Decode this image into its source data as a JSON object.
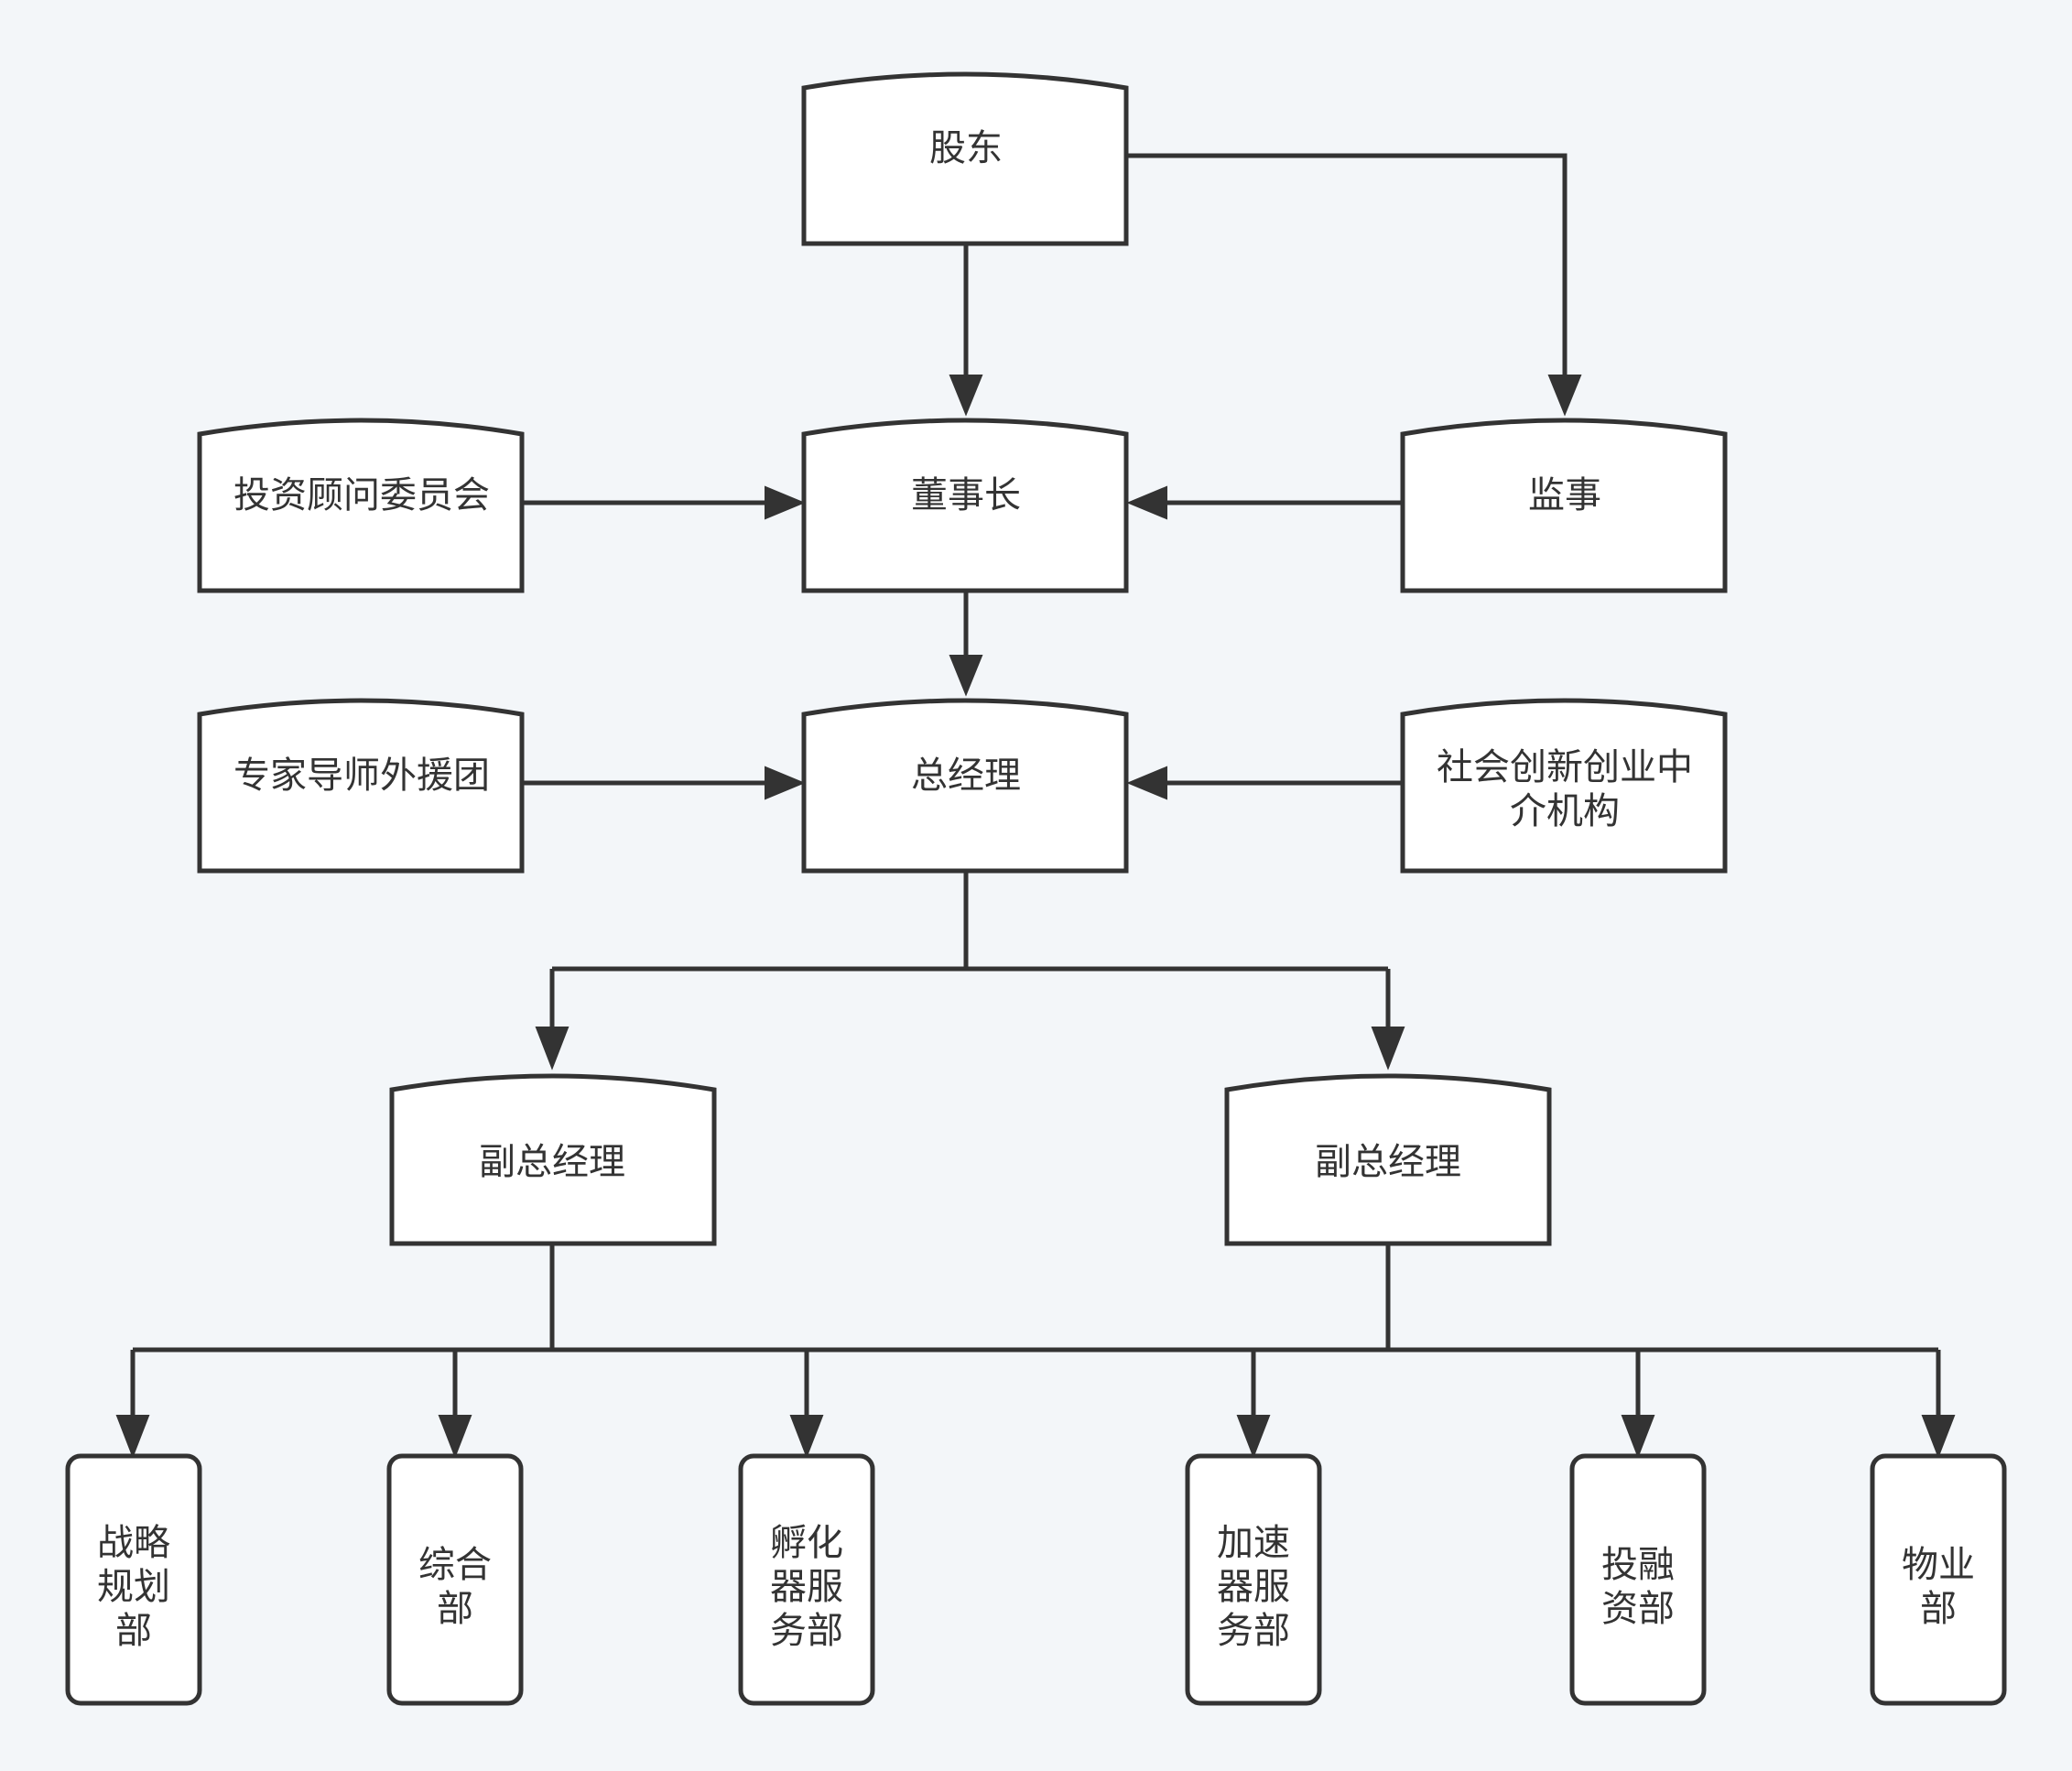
{
  "colors": {
    "background": "#f3f6f9",
    "node_fill": "#ffffff",
    "stroke": "#333333",
    "text": "#333333"
  },
  "nodes": {
    "shareholders": [
      "股东"
    ],
    "chairman": [
      "董事长"
    ],
    "supervisor": [
      "监事"
    ],
    "investment_advisory_committee": [
      "投资顾问委员会"
    ],
    "general_manager": [
      "总经理"
    ],
    "expert_mentor_group": [
      "专家导师外援团"
    ],
    "social_innovation_agency": [
      "社会创新创业中",
      "介机构"
    ],
    "deputy_gm_left": [
      "副总经理"
    ],
    "deputy_gm_right": [
      "副总经理"
    ],
    "strategy_planning_dept": [
      "战略",
      "规划",
      "部"
    ],
    "general_affairs_dept": [
      "综合",
      "部"
    ],
    "incubator_service_dept": [
      "孵化",
      "器服",
      "务部"
    ],
    "accelerator_service_dept": [
      "加速",
      "器服",
      "务部"
    ],
    "investment_financing_dept": [
      "投融",
      "资部"
    ],
    "property_dept": [
      "物业",
      "部"
    ]
  },
  "edges": [
    {
      "from": "shareholders",
      "to": "chairman"
    },
    {
      "from": "shareholders",
      "to": "supervisor"
    },
    {
      "from": "investment_advisory_committee",
      "to": "chairman"
    },
    {
      "from": "supervisor",
      "to": "chairman"
    },
    {
      "from": "chairman",
      "to": "general_manager"
    },
    {
      "from": "expert_mentor_group",
      "to": "general_manager"
    },
    {
      "from": "social_innovation_agency",
      "to": "general_manager"
    },
    {
      "from": "general_manager",
      "to": "deputy_gm_left"
    },
    {
      "from": "general_manager",
      "to": "deputy_gm_right"
    },
    {
      "from": "deputy_gm_left",
      "to": "strategy_planning_dept"
    },
    {
      "from": "deputy_gm_left",
      "to": "general_affairs_dept"
    },
    {
      "from": "deputy_gm_left",
      "to": "incubator_service_dept"
    },
    {
      "from": "deputy_gm_right",
      "to": "accelerator_service_dept"
    },
    {
      "from": "deputy_gm_right",
      "to": "investment_financing_dept"
    },
    {
      "from": "deputy_gm_right",
      "to": "property_dept"
    }
  ]
}
